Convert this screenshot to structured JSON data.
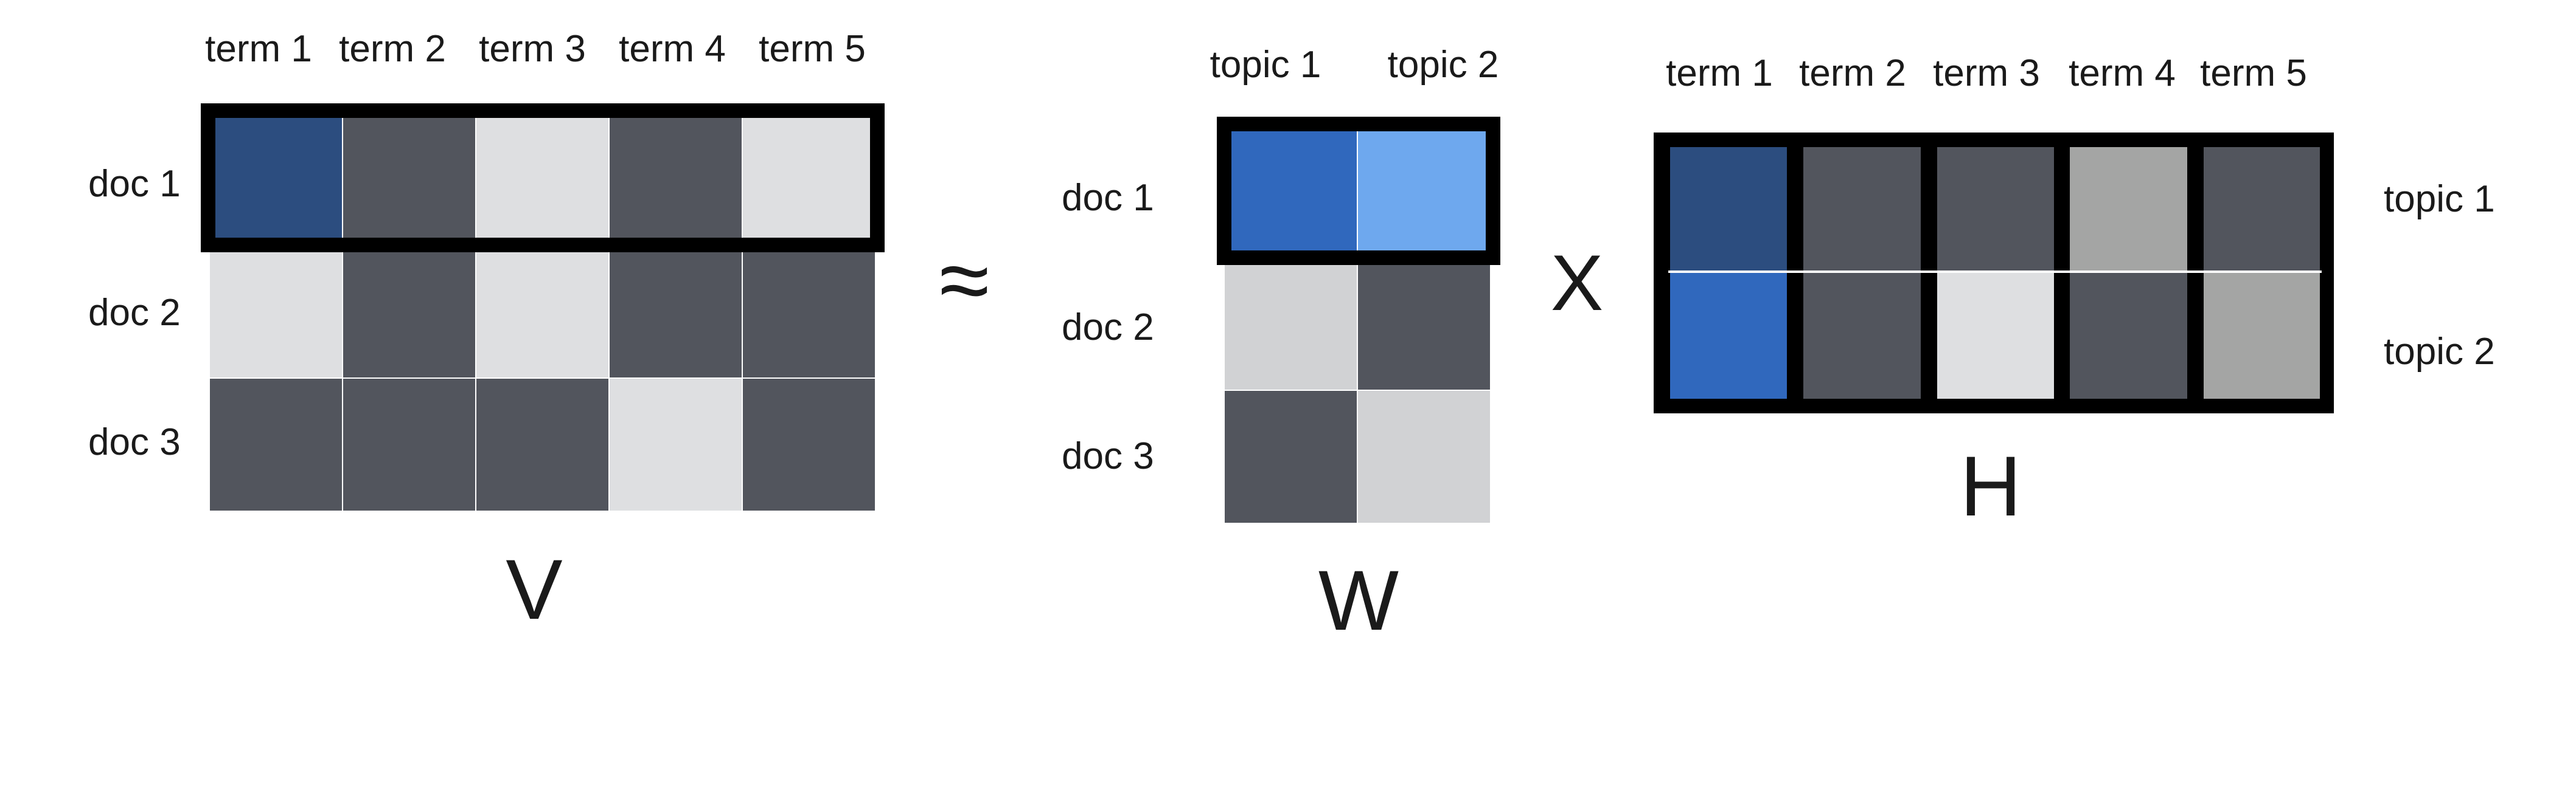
{
  "colors": {
    "dark": "#52555d",
    "light": "#dedfe1",
    "lightgray": "#d1d2d4",
    "midgray": "#a4a5a4",
    "navy": "#2c4d7f",
    "blue": "#3068bd",
    "lightblue": "#6ea8ee"
  },
  "V": {
    "label": "V",
    "col_headers": [
      "term 1",
      "term 2",
      "term 3",
      "term 4",
      "term 5"
    ],
    "row_headers": [
      "doc 1",
      "doc 2",
      "doc 3"
    ],
    "cells": [
      [
        "navy",
        "dark",
        "light",
        "dark",
        "light"
      ],
      [
        "light",
        "dark",
        "light",
        "dark",
        "dark"
      ],
      [
        "dark",
        "dark",
        "dark",
        "light",
        "dark"
      ]
    ]
  },
  "approx_symbol": "≈",
  "W": {
    "label": "W",
    "col_headers": [
      "topic 1",
      "topic 2"
    ],
    "row_headers": [
      "doc 1",
      "doc 2",
      "doc 3"
    ],
    "cells": [
      [
        "blue",
        "lightblue"
      ],
      [
        "lightgray",
        "dark"
      ],
      [
        "dark",
        "lightgray"
      ]
    ]
  },
  "times_symbol": "X",
  "H": {
    "label": "H",
    "col_headers": [
      "term 1",
      "term 2",
      "term 3",
      "term 4",
      "term 5"
    ],
    "row_headers": [
      "topic 1",
      "topic 2"
    ],
    "cells": [
      [
        "navy",
        "dark",
        "dark",
        "midgray",
        "dark"
      ],
      [
        "blue",
        "dark",
        "light",
        "dark",
        "midgray"
      ]
    ]
  }
}
